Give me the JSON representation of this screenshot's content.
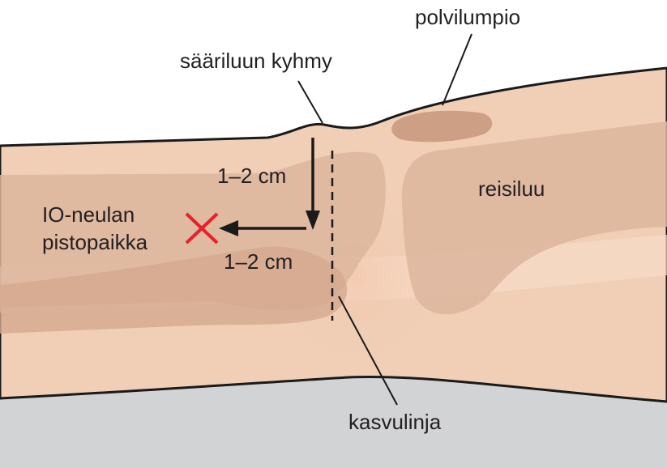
{
  "labels": {
    "kneecap": "polvilumpio",
    "tibial_tuberosity": "sääriluun kyhmy",
    "distance_down": "1–2 cm",
    "distance_medial": "1–2 cm",
    "femur": "reisiluu",
    "insertion_site_line1": "IO-neulan",
    "insertion_site_line2": "pistopaikka",
    "growth_plate": "kasvulinja"
  },
  "colors": {
    "skin": "#f0cfb6",
    "skin_light": "#f6dcc8",
    "bone": "#dcb59c",
    "bone_dark": "#c99a80",
    "outline": "#1a1a1a",
    "table": "#d2d3d5",
    "marker": "#e8202a"
  }
}
